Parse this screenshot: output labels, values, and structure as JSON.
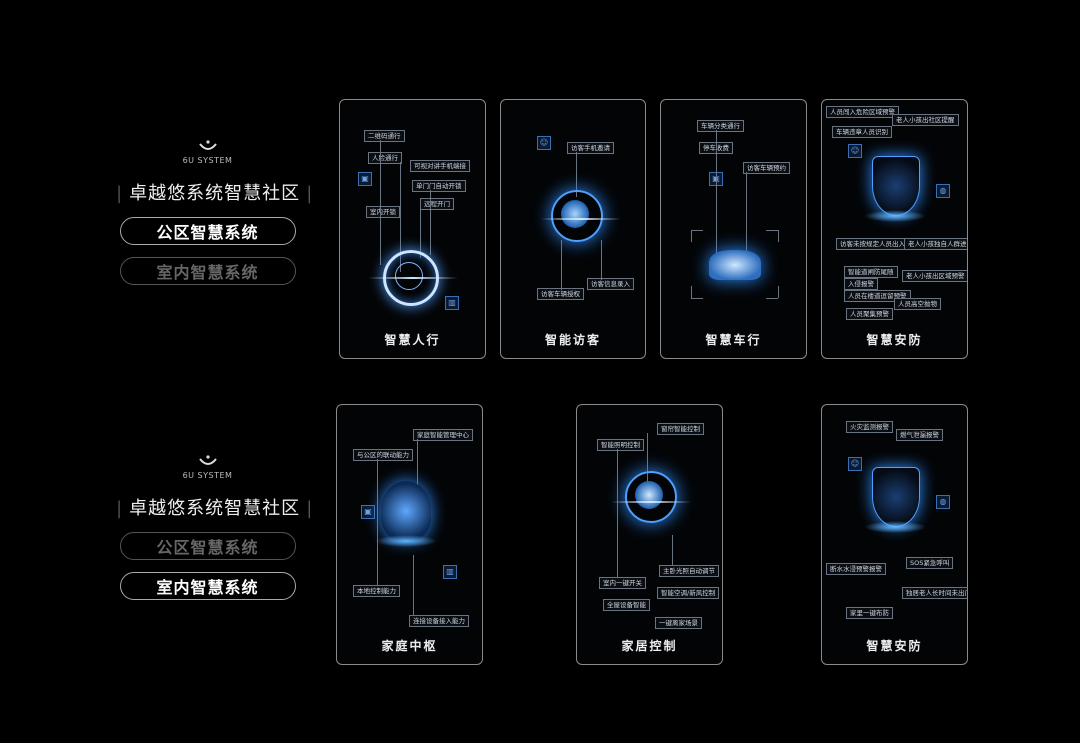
{
  "brand": {
    "name": "6U SYSTEM",
    "title": "卓越悠系统智慧社区",
    "divider": "|"
  },
  "menu_top": {
    "public": "公区智慧系统",
    "indoor": "室内智慧系统"
  },
  "menu_bottom": {
    "public": "公区智慧系统",
    "indoor": "室内智慧系统"
  },
  "cards_public": [
    {
      "title": "智慧人行",
      "labels": [
        "二维码通行",
        "人脸通行",
        "可视对讲手机端接",
        "单门门自动开锁",
        "室内开锁",
        "远程开门"
      ]
    },
    {
      "title": "智能访客",
      "labels": [
        "访客手机邀请",
        "访客车辆授权",
        "访客信息录入"
      ]
    },
    {
      "title": "智慧车行",
      "labels": [
        "车辆分类通行",
        "停车收费",
        "访客车辆预约"
      ]
    },
    {
      "title": "智慧安防",
      "labels": [
        "人员闯入危险区域预警",
        "老人小孩出社区提醒",
        "车辆违章人员识别",
        "访客未按规定人员出入",
        "老人小孩独自人群进入",
        "智能道闸防尾随",
        "人员在楼道逗留预警",
        "老人小孩出区域预警",
        "人员高空抛物",
        "入侵报警",
        "人员聚集预警"
      ]
    }
  ],
  "cards_indoor": [
    {
      "title": "家庭中枢",
      "labels": [
        "家庭智能管理中心",
        "与公区的联动能力",
        "本地控制能力",
        "连接设备接入能力"
      ]
    },
    {
      "title": "家居控制",
      "labels": [
        "窗帘智能控制",
        "智能照明控制",
        "室内一键开关",
        "全屋设备智能",
        "主卧光照自动调节",
        "智能空调/新风控制",
        "一键离家场景"
      ]
    },
    {
      "title": "智慧安防",
      "labels": [
        "火灾监测报警",
        "燃气泄漏报警",
        "断水水浸预警报警",
        "SOS紧急呼叫",
        "家里一键布防",
        "独居老人长时间未出门提醒"
      ]
    }
  ],
  "colors": {
    "accent": "#2f8fff",
    "glow": "#5fb4ff",
    "border": "#8a8a8a"
  }
}
